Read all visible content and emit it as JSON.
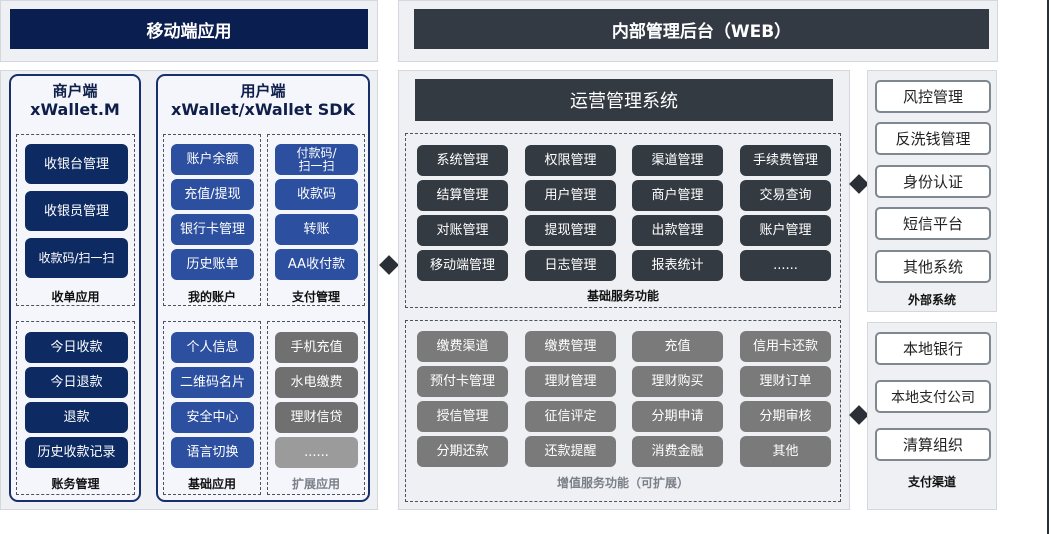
{
  "mobile": {
    "header": "移动端应用",
    "merchant": {
      "title_line1": "商户端",
      "title_line2": "xWallet.M",
      "collection": {
        "label": "收单应用",
        "items": [
          "收银台管理",
          "收银员管理",
          "收款码/扫一扫"
        ]
      },
      "accounting": {
        "label": "账务管理",
        "items": [
          "今日收款",
          "今日退款",
          "退款",
          "历史收款记录"
        ]
      }
    },
    "user": {
      "title_line1": "用户端",
      "title_line2": "xWallet/xWallet SDK",
      "my_account": {
        "label": "我的账户",
        "items": [
          "账户余额",
          "充值/提现",
          "银行卡管理",
          "历史账单"
        ]
      },
      "payment": {
        "label": "支付管理",
        "items": [
          "付款码/\n扫一扫",
          "收款码",
          "转账",
          "AA收付款"
        ]
      },
      "basic": {
        "label": "基础应用",
        "items": [
          "个人信息",
          "二维码名片",
          "安全中心",
          "语言切换"
        ]
      },
      "extension": {
        "label": "扩展应用",
        "items": [
          "手机充值",
          "水电缴费",
          "理财信贷",
          "......"
        ]
      }
    }
  },
  "backend": {
    "header": "内部管理后台（WEB）",
    "ops_title": "运营管理系统",
    "basic_services": {
      "label": "基础服务功能",
      "items": [
        "系统管理",
        "权限管理",
        "渠道管理",
        "手续费管理",
        "结算管理",
        "用户管理",
        "商户管理",
        "交易查询",
        "对账管理",
        "提现管理",
        "出款管理",
        "账户管理",
        "移动端管理",
        "日志管理",
        "报表统计",
        "......"
      ]
    },
    "value_added": {
      "label": "增值服务功能（可扩展）",
      "items": [
        "缴费渠道",
        "缴费管理",
        "充值",
        "信用卡还款",
        "预付卡管理",
        "理财管理",
        "理财购买",
        "理财订单",
        "授信管理",
        "征信评定",
        "分期申请",
        "分期审核",
        "分期还款",
        "还款提醒",
        "消费金融",
        "其他"
      ]
    }
  },
  "external": {
    "label": "外部系统",
    "items": [
      "风控管理",
      "反洗钱管理",
      "身份认证",
      "短信平台",
      "其他系统"
    ]
  },
  "payment_channels": {
    "label": "支付渠道",
    "items": [
      "本地银行",
      "本地支付公司",
      "清算组织"
    ]
  },
  "colors": {
    "navy": "#0d2a63",
    "blue": "#2d4f9f",
    "charcoal": "#343a42",
    "gray": "#707070",
    "panel": "#eef0f3"
  }
}
